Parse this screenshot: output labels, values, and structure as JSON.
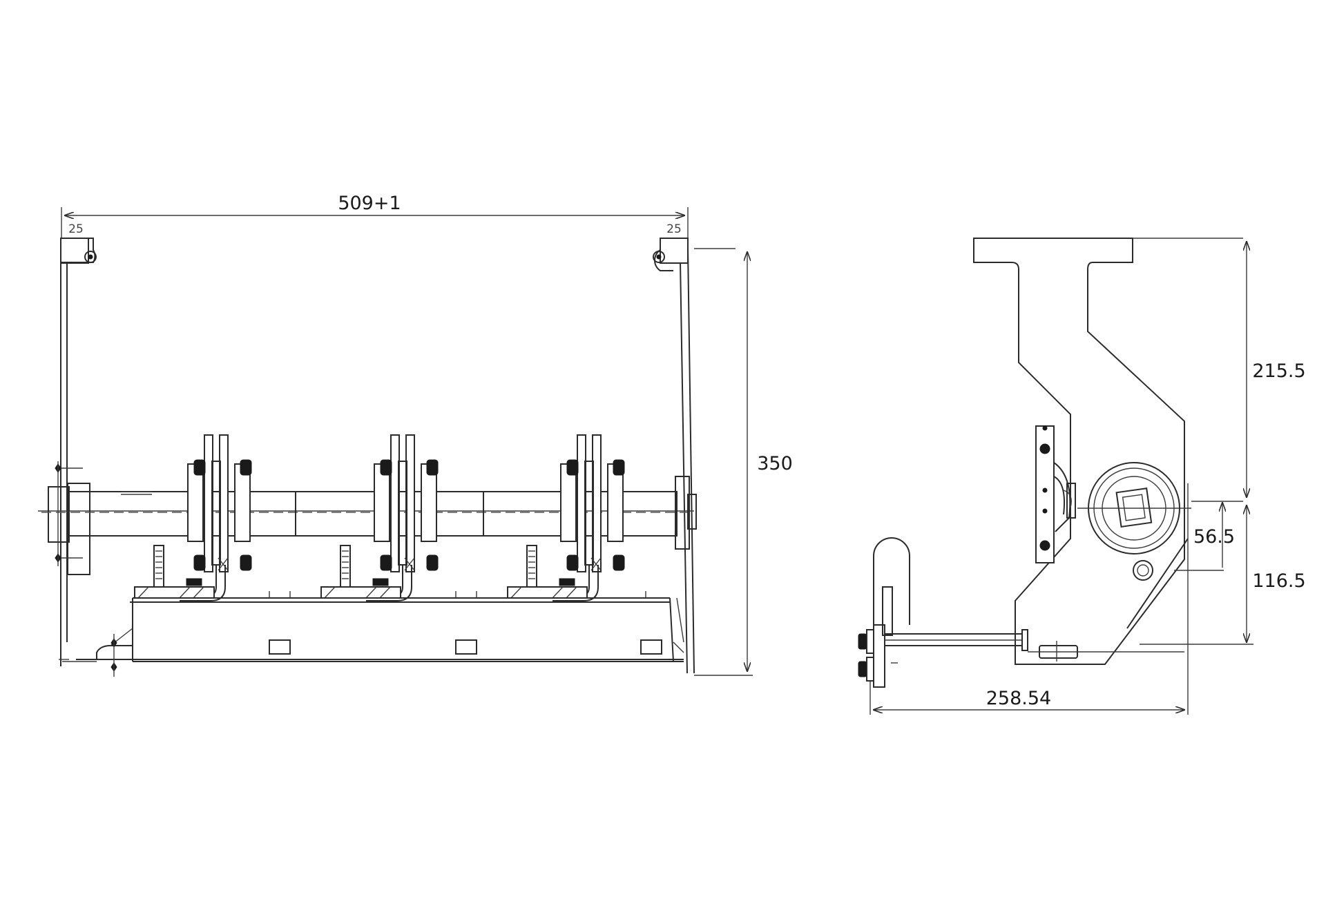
{
  "front_view": {
    "overall_width_label": "509+1",
    "left_hanger_label": "25",
    "right_hanger_label": "25",
    "height_label": "350"
  },
  "side_view": {
    "upper_height_label": "215.5",
    "offset_label": "56.5",
    "lower_height_label": "116.5",
    "depth_label": "258.54"
  }
}
